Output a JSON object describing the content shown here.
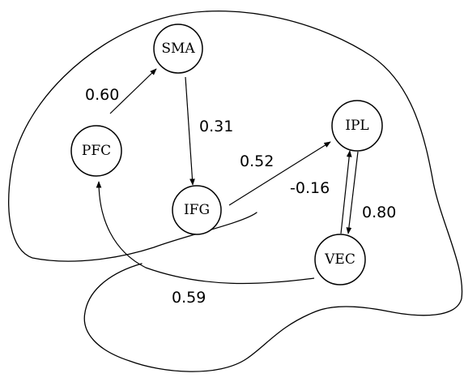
{
  "nodes": {
    "SMA": {
      "label": "SMA"
    },
    "PFC": {
      "label": "PFC"
    },
    "IFG": {
      "label": "IFG"
    },
    "IPL": {
      "label": "IPL"
    },
    "VEC": {
      "label": "VEC"
    }
  },
  "edges": [
    {
      "from": "PFC",
      "to": "SMA",
      "weight": "0.60"
    },
    {
      "from": "SMA",
      "to": "IFG",
      "weight": "0.31"
    },
    {
      "from": "IFG",
      "to": "IPL",
      "weight": "0.52"
    },
    {
      "from": "VEC",
      "to": "IPL",
      "weight": "-0.16"
    },
    {
      "from": "IPL",
      "to": "VEC",
      "weight": "0.80"
    },
    {
      "from": "VEC",
      "to": "PFC",
      "weight": "0.59"
    }
  ],
  "colors": {
    "stroke": "#000000",
    "background": "#ffffff"
  }
}
